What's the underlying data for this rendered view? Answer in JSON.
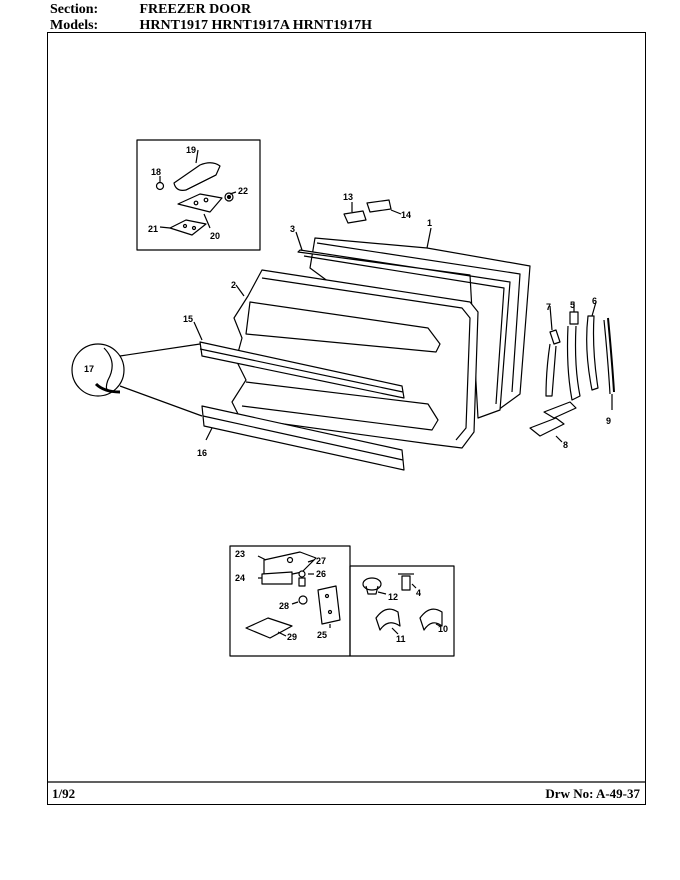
{
  "header": {
    "section_label": "Section:",
    "section_value": "FREEZER DOOR",
    "models_label": "Models:",
    "models_value": "HRNT1917  HRNT1917A  HRNT1917H"
  },
  "footer": {
    "date": "1/92",
    "drawing_number": "Drw No: A-49-37"
  },
  "callouts": {
    "c1": "1",
    "c2": "2",
    "c3": "3",
    "c4": "4",
    "c5": "5",
    "c6": "6",
    "c7": "7",
    "c8": "8",
    "c9": "9",
    "c10": "10",
    "c11": "11",
    "c12": "12",
    "c13": "13",
    "c14": "14",
    "c15": "15",
    "c16": "16",
    "c17": "17",
    "c18": "18",
    "c19": "19",
    "c20": "20",
    "c21": "21",
    "c22": "22",
    "c23": "23",
    "c24": "24",
    "c25": "25",
    "c26": "26",
    "c27": "27",
    "c28": "28",
    "c29": "29"
  }
}
